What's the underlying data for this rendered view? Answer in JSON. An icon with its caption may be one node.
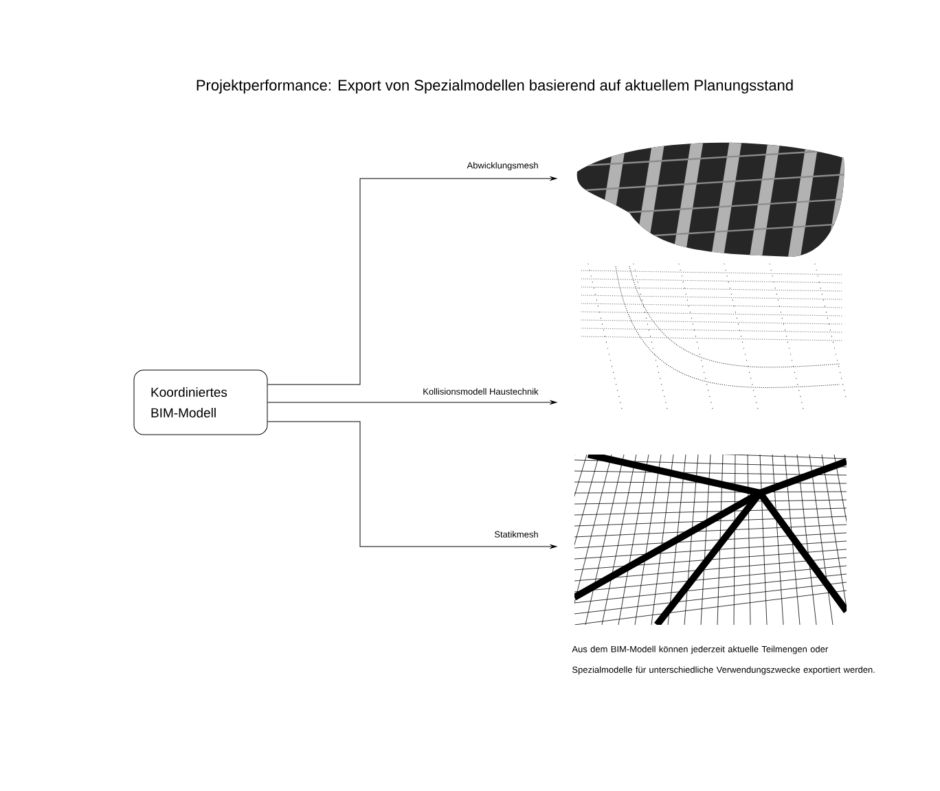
{
  "diagram": {
    "title": "Projektperformance: Export von Spezialmodellen basierend auf aktuellem Planungsstand",
    "nodes": [
      {
        "text": [
          "Koordiniertes BIM-Modell"
        ]
      },
      {
        "text": [],
        "shape": "picture"
      },
      {
        "text": [],
        "shape": "picture"
      },
      {
        "text": [],
        "shape": "picture"
      }
    ],
    "edges": [
      {
        "from": 0,
        "to": 1,
        "arrow": "to",
        "label": "Abwicklungsmesh"
      },
      {
        "from": 0,
        "to": 2,
        "arrow": "to",
        "label": "Kollisionsmodell Haustechnik"
      },
      {
        "from": 0,
        "to": 3,
        "arrow": "to",
        "label": "Statikmesh"
      }
    ],
    "labels": [
      "Aus dem BIM-Modell können jederzeit aktuelle Teilmengen oder Spezialmodelle für unterschiedliche Verwendungszwecke exportiert werden."
    ]
  }
}
